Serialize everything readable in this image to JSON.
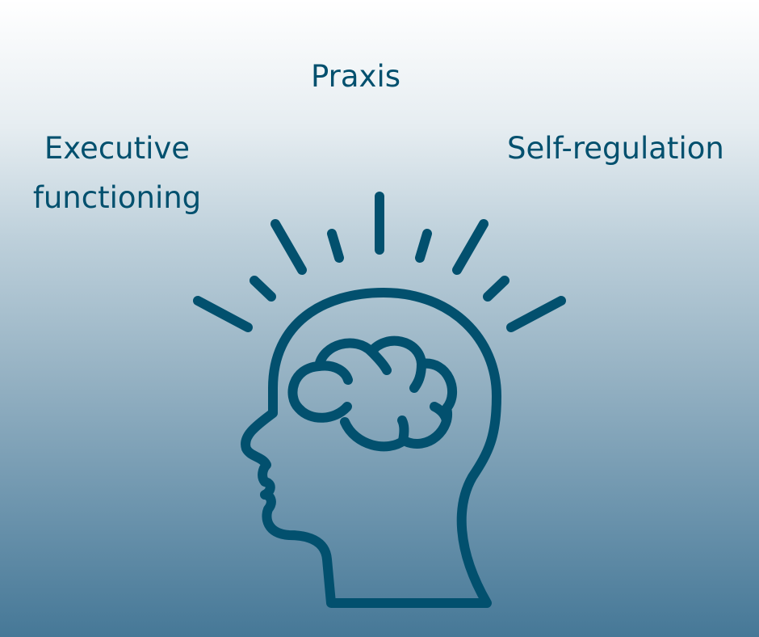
{
  "labels": {
    "top": "Praxis",
    "left_line1": "Executive",
    "left_line2": "functioning",
    "right": "Self-regulation"
  },
  "illustration": {
    "icon": "head-with-brain-icon",
    "stroke_color": "#02506e"
  },
  "background": {
    "gradient_top": "#ffffff",
    "gradient_bottom": "#467897"
  }
}
